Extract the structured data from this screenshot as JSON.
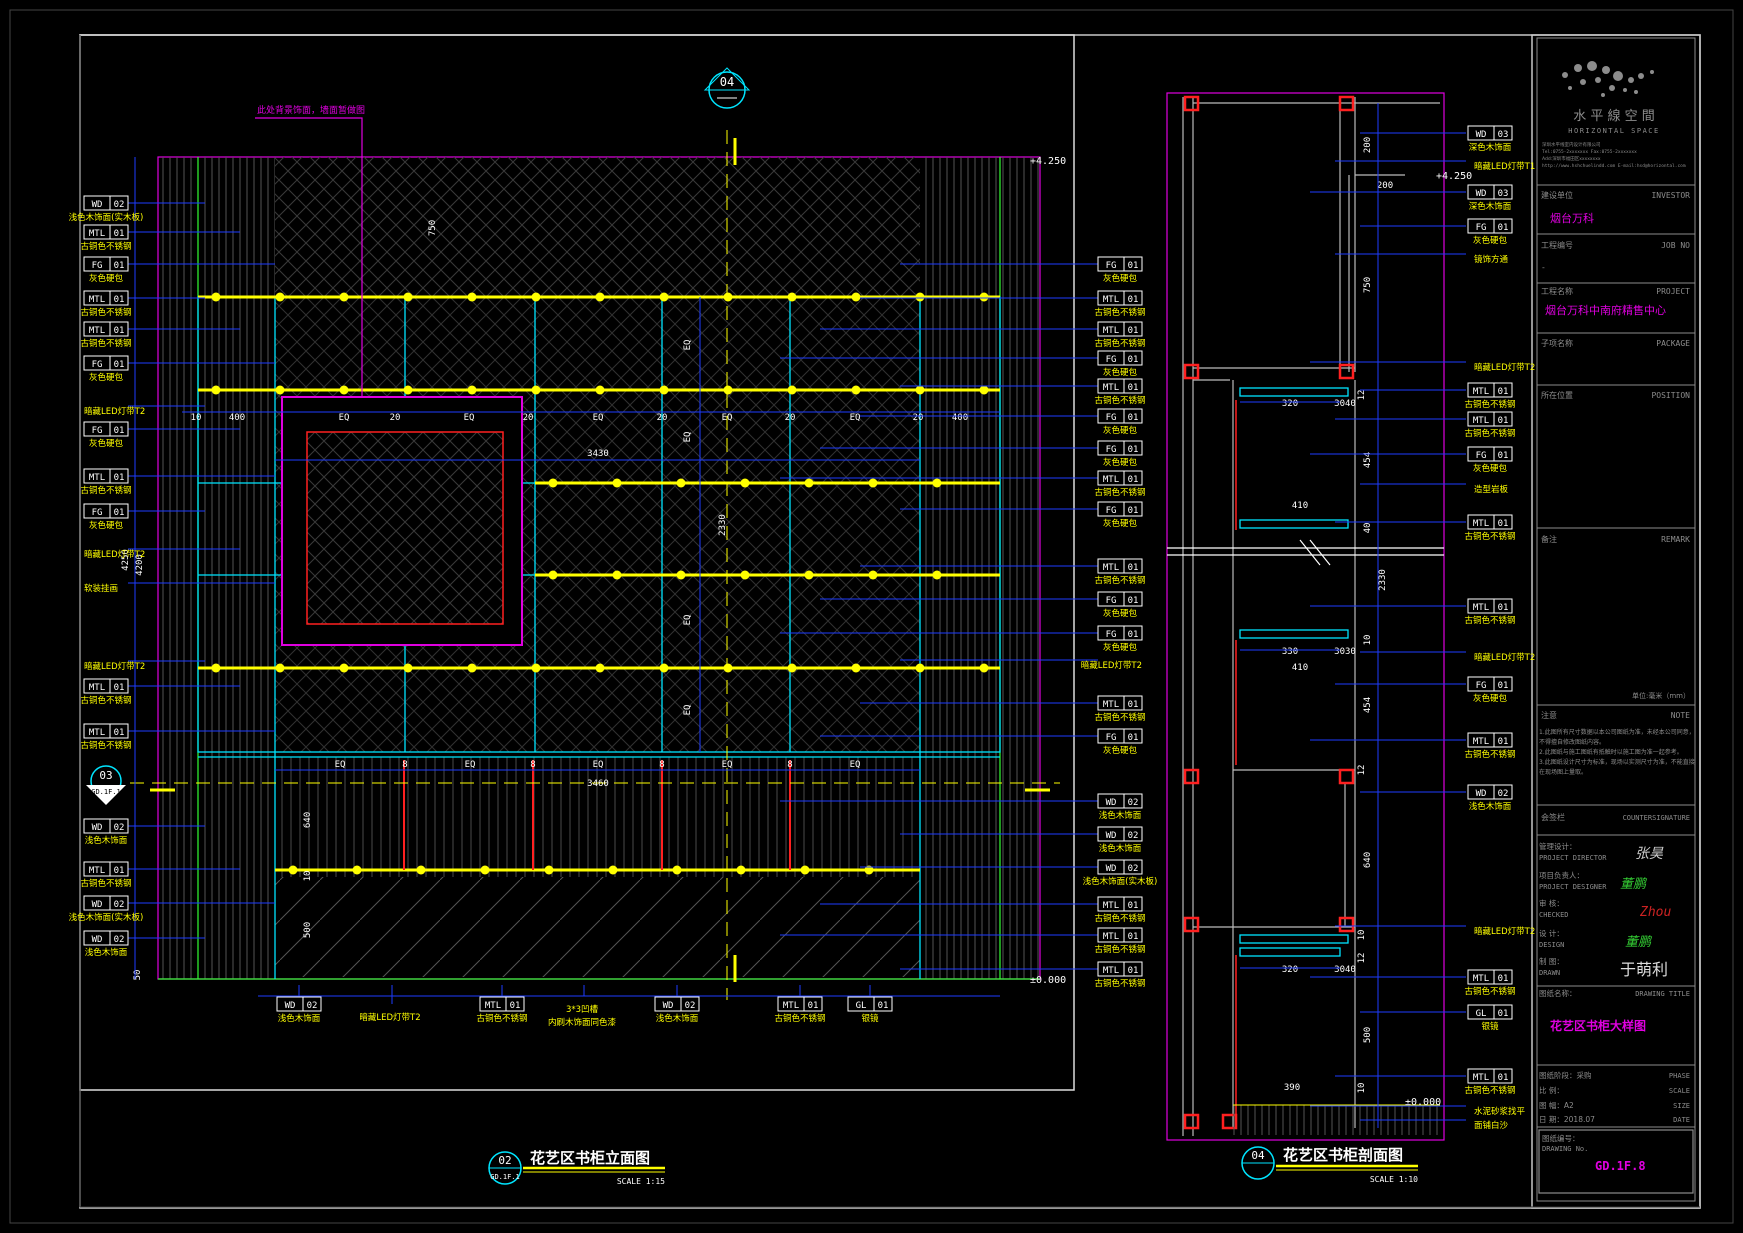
{
  "colors": {
    "bg": "#000000",
    "frame": "#c8c8c8",
    "cyan": "#00e5ff",
    "blue": "#1e3cff",
    "yellow": "#ffff00",
    "magenta": "#e000e0",
    "red": "#ff2020",
    "green": "#33ff33",
    "white": "#ffffff",
    "grey": "#8c8c8c"
  },
  "elevation": {
    "section_marker": "04",
    "top_level": "+4.250",
    "bottom_level": "±0.000",
    "note_magenta": "此处背景饰面，墙面暂做图",
    "title": "花艺区书柜立面图",
    "marker_num": "02",
    "marker_ref": "GD.1F.1",
    "scale": "SCALE 1:15",
    "side_marker_num": "03",
    "side_marker_ref": "GD.1F.1",
    "dims": {
      "top_row": [
        "10",
        "400",
        "EQ",
        "20",
        "EQ",
        "20",
        "EQ",
        "20",
        "EQ",
        "20",
        "EQ",
        "20",
        "400"
      ],
      "width_upper": "3430",
      "width_lower": "3460",
      "lower_row": [
        "EQ",
        "8",
        "EQ",
        "8",
        "EQ",
        "8",
        "EQ",
        "8",
        "EQ"
      ],
      "vert_left": [
        "4250",
        "4200"
      ],
      "vert_center": [
        "EQ",
        "EQ",
        "2330",
        "EQ",
        "EQ"
      ],
      "vert_lower": [
        "640",
        "10",
        "500",
        "50"
      ],
      "top_vert": "750"
    },
    "left_tags": [
      {
        "code": "WD",
        "num": "02",
        "desc": "浅色木饰面(实木板)"
      },
      {
        "code": "MTL",
        "num": "01",
        "desc": "古铜色不锈钢"
      },
      {
        "code": "FG",
        "num": "01",
        "desc": "灰色硬包"
      },
      {
        "code": "MTL",
        "num": "01",
        "desc": "古铜色不锈钢"
      },
      {
        "code": "MTL",
        "num": "01",
        "desc": "古铜色不锈钢"
      },
      {
        "code": "FG",
        "num": "01",
        "desc": "灰色硬包"
      },
      {
        "code": "",
        "num": "",
        "desc": "暗藏LED灯带T2"
      },
      {
        "code": "FG",
        "num": "01",
        "desc": "灰色硬包"
      },
      {
        "code": "MTL",
        "num": "01",
        "desc": "古铜色不锈钢"
      },
      {
        "code": "FG",
        "num": "01",
        "desc": "灰色硬包"
      },
      {
        "code": "",
        "num": "",
        "desc": "暗藏LED灯带T2"
      },
      {
        "code": "",
        "num": "",
        "desc": "软装挂画"
      },
      {
        "code": "",
        "num": "",
        "desc": "暗藏LED灯带T2"
      },
      {
        "code": "MTL",
        "num": "01",
        "desc": "古铜色不锈钢"
      },
      {
        "code": "MTL",
        "num": "01",
        "desc": "古铜色不锈钢"
      },
      {
        "code": "WD",
        "num": "02",
        "desc": "浅色木饰面"
      },
      {
        "code": "MTL",
        "num": "01",
        "desc": "古铜色不锈钢"
      },
      {
        "code": "WD",
        "num": "02",
        "desc": "浅色木饰面(实木板)"
      },
      {
        "code": "WD",
        "num": "02",
        "desc": "浅色木饰面"
      }
    ],
    "right_tags": [
      {
        "code": "FG",
        "num": "01",
        "desc": "灰色硬包"
      },
      {
        "code": "MTL",
        "num": "01",
        "desc": "古铜色不锈钢"
      },
      {
        "code": "MTL",
        "num": "01",
        "desc": "古铜色不锈钢"
      },
      {
        "code": "FG",
        "num": "01",
        "desc": "灰色硬包"
      },
      {
        "code": "MTL",
        "num": "01",
        "desc": "古铜色不锈钢"
      },
      {
        "code": "FG",
        "num": "01",
        "desc": "灰色硬包"
      },
      {
        "code": "FG",
        "num": "01",
        "desc": "灰色硬包"
      },
      {
        "code": "MTL",
        "num": "01",
        "desc": "古铜色不锈钢"
      },
      {
        "code": "FG",
        "num": "01",
        "desc": "灰色硬包"
      },
      {
        "code": "MTL",
        "num": "01",
        "desc": "古铜色不锈钢"
      },
      {
        "code": "FG",
        "num": "01",
        "desc": "灰色硬包"
      },
      {
        "code": "FG",
        "num": "01",
        "desc": "灰色硬包"
      },
      {
        "code": "",
        "num": "",
        "desc": "暗藏LED灯带T2"
      },
      {
        "code": "MTL",
        "num": "01",
        "desc": "古铜色不锈钢"
      },
      {
        "code": "FG",
        "num": "01",
        "desc": "灰色硬包"
      },
      {
        "code": "WD",
        "num": "02",
        "desc": "浅色木饰面"
      },
      {
        "code": "WD",
        "num": "02",
        "desc": "浅色木饰面"
      },
      {
        "code": "WD",
        "num": "02",
        "desc": "浅色木饰面(实木板)"
      },
      {
        "code": "MTL",
        "num": "01",
        "desc": "古铜色不锈钢"
      },
      {
        "code": "MTL",
        "num": "01",
        "desc": "古铜色不锈钢"
      },
      {
        "code": "MTL",
        "num": "01",
        "desc": "古铜色不锈钢"
      }
    ],
    "bottom_tags": [
      {
        "code": "WD",
        "num": "02",
        "desc": "浅色木饰面"
      },
      {
        "code": "",
        "num": "",
        "desc": "暗藏LED灯带T2"
      },
      {
        "code": "MTL",
        "num": "01",
        "desc": "古铜色不锈钢"
      },
      {
        "code": "",
        "num": "",
        "desc": "3*3凹槽"
      },
      {
        "code": "",
        "num": "",
        "desc": "内刷木饰面同色漆"
      },
      {
        "code": "WD",
        "num": "02",
        "desc": "浅色木饰面"
      },
      {
        "code": "MTL",
        "num": "01",
        "desc": "古铜色不锈钢"
      },
      {
        "code": "GL",
        "num": "01",
        "desc": "银镜"
      }
    ]
  },
  "section": {
    "title": "花艺区书柜剖面图",
    "marker_num": "04",
    "scale": "SCALE 1:10",
    "top_level": "+4.250",
    "bottom_level": "±0.000",
    "dims": [
      "200",
      "200",
      "750",
      "320",
      "3040",
      "12",
      "454",
      "410",
      "40",
      "2330",
      "330",
      "3030",
      "410",
      "10",
      "454",
      "12",
      "640",
      "10",
      "320",
      "3040",
      "12",
      "500",
      "390",
      "10"
    ],
    "right_tags": [
      {
        "code": "WD",
        "num": "03",
        "desc": "深色木饰面"
      },
      {
        "code": "",
        "num": "",
        "desc": "暗藏LED灯带T1"
      },
      {
        "code": "WD",
        "num": "03",
        "desc": "深色木饰面"
      },
      {
        "code": "FG",
        "num": "01",
        "desc": "灰色硬包"
      },
      {
        "code": "",
        "num": "",
        "desc": "镜饰方通"
      },
      {
        "code": "",
        "num": "",
        "desc": "暗藏LED灯带T2"
      },
      {
        "code": "MTL",
        "num": "01",
        "desc": "古铜色不锈钢"
      },
      {
        "code": "MTL",
        "num": "01",
        "desc": "古铜色不锈钢"
      },
      {
        "code": "FG",
        "num": "01",
        "desc": "灰色硬包"
      },
      {
        "code": "",
        "num": "",
        "desc": "造型岩板"
      },
      {
        "code": "MTL",
        "num": "01",
        "desc": "古铜色不锈钢"
      },
      {
        "code": "MTL",
        "num": "01",
        "desc": "古铜色不锈钢"
      },
      {
        "code": "",
        "num": "",
        "desc": "暗藏LED灯带T2"
      },
      {
        "code": "FG",
        "num": "01",
        "desc": "灰色硬包"
      },
      {
        "code": "MTL",
        "num": "01",
        "desc": "古铜色不锈钢"
      },
      {
        "code": "WD",
        "num": "02",
        "desc": "浅色木饰面"
      },
      {
        "code": "",
        "num": "",
        "desc": "暗藏LED灯带T2"
      },
      {
        "code": "MTL",
        "num": "01",
        "desc": "古铜色不锈钢"
      },
      {
        "code": "GL",
        "num": "01",
        "desc": "银镜"
      },
      {
        "code": "MTL",
        "num": "01",
        "desc": "古铜色不锈钢"
      },
      {
        "code": "",
        "num": "",
        "desc": "水泥砂浆找平"
      },
      {
        "code": "",
        "num": "",
        "desc": "面铺白沙"
      }
    ]
  },
  "titleblock": {
    "logo_cn": "水 平 線 空 間",
    "logo_en": "HORIZONTAL SPACE",
    "logo_small": [
      "深圳水平线室内设计有限公司",
      "Tel:0755-2xxxxxxx  Fax:0755-2xxxxxxx",
      "Add:深圳市福田区xxxxxxxx",
      "http://www.hshchuelindd.com   E-mail:hsd@horizontal.com"
    ],
    "investor_label": "建设单位",
    "investor_en": "INVESTOR",
    "investor_value": "烟台万科",
    "job_label": "工程编号",
    "job_en": "JOB NO",
    "job_value": "-",
    "project_label": "工程名称",
    "project_en": "PROJECT",
    "project_value": "烟台万科中南府精售中心",
    "package_label": "子项名称",
    "package_en": "PACKAGE",
    "position_label": "所在位置",
    "position_en": "POSITION",
    "remark_label": "备注",
    "remark_en": "REMARK",
    "unit": "单位:毫米（mm）",
    "note_label": "注意",
    "note_en": "NOTE",
    "notes": [
      "1.此图所有尺寸数据以本公司图纸为准，未经本公司同意，",
      "  不得擅自修改图纸内容。",
      "2.此图纸与施工图纸有抵触时以施工图为准一起参考。",
      "3.此图纸设计尺寸为标准，现场以实测尺寸为准，不能直接",
      "  在现场图上量取。"
    ],
    "countersign_label": "会签栏",
    "countersign_en": "COUNTERSIGNATURE",
    "director_label": "管理设计：",
    "director_en": "PROJECT DIRECTOR",
    "director_sig": "张昊",
    "designer_label": "项目负责人：",
    "designer_en": "PROJECT DESIGNER",
    "designer_sig": "董鹏",
    "checked_label": "审   核：",
    "checked_en": "CHECKED",
    "checked_sig": "Zhou",
    "design_label": "设   计：",
    "design_en": "DESIGN",
    "design_sig": "董鹏",
    "drawn_label": "制   图：",
    "drawn_en": "DRAWN",
    "drawn_sig": "于萌利",
    "title_label": "图纸名称：",
    "title_en": "DRAWING TITLE",
    "drawing_title": "花艺区书柜大样图",
    "phase_label": "图纸阶段：采购",
    "phase_en": "PHASE",
    "scale_label": "比   例：",
    "scale_en": "SCALE",
    "size_label": "图   幅：A2",
    "size_en": "SIZE",
    "date_label": "日   期：2018.07",
    "date_en": "DATE",
    "drawing_no_label": "图纸编号：",
    "drawing_no_en": "DRAWING No.",
    "drawing_no": "GD.1F.8"
  }
}
